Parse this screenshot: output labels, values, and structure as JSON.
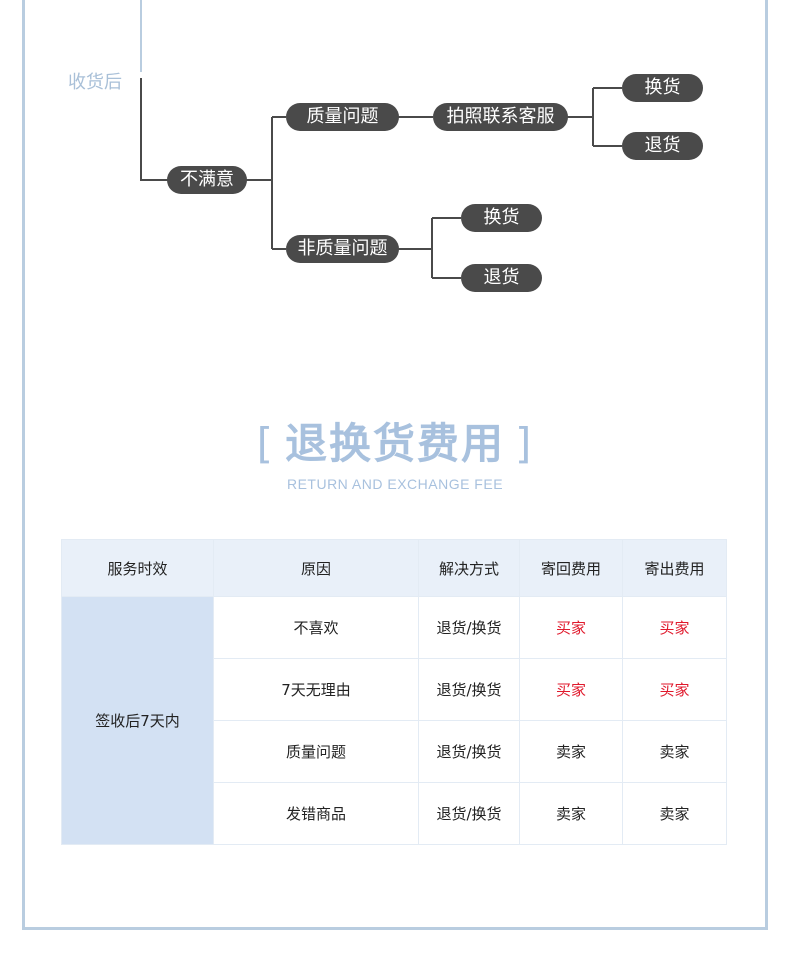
{
  "tree": {
    "stage": "收货后",
    "root": "不满意",
    "quality": "质量问题",
    "contact": "拍照联系客服",
    "exchange1": "换货",
    "return1": "退货",
    "non_quality": "非质量问题",
    "exchange2": "换货",
    "return2": "退货"
  },
  "section": {
    "bracket_left": "[",
    "title": "退换货费用",
    "bracket_right": "]",
    "subtitle": "RETURN AND EXCHANGE FEE"
  },
  "table": {
    "headers": [
      "服务时效",
      "原因",
      "解决方式",
      "寄回费用",
      "寄出费用"
    ],
    "period": "签收后7天内",
    "rows": [
      {
        "reason": "不喜欢",
        "solution": "退货/换货",
        "return_fee": "买家",
        "send_fee": "买家"
      },
      {
        "reason": "7天无理由",
        "solution": "退货/换货",
        "return_fee": "买家",
        "send_fee": "买家"
      },
      {
        "reason": "质量问题",
        "solution": "退货/换货",
        "return_fee": "卖家",
        "send_fee": "卖家"
      },
      {
        "reason": "发错商品",
        "solution": "退货/换货",
        "return_fee": "卖家",
        "send_fee": "卖家"
      }
    ]
  },
  "colors": {
    "frame": "#b9cde0",
    "pill": "#4a4a4a",
    "accent": "#a8c1de",
    "header_bg": "#e9f0f9",
    "period_bg": "#d3e1f3",
    "buyer_red": "#e0192c"
  }
}
